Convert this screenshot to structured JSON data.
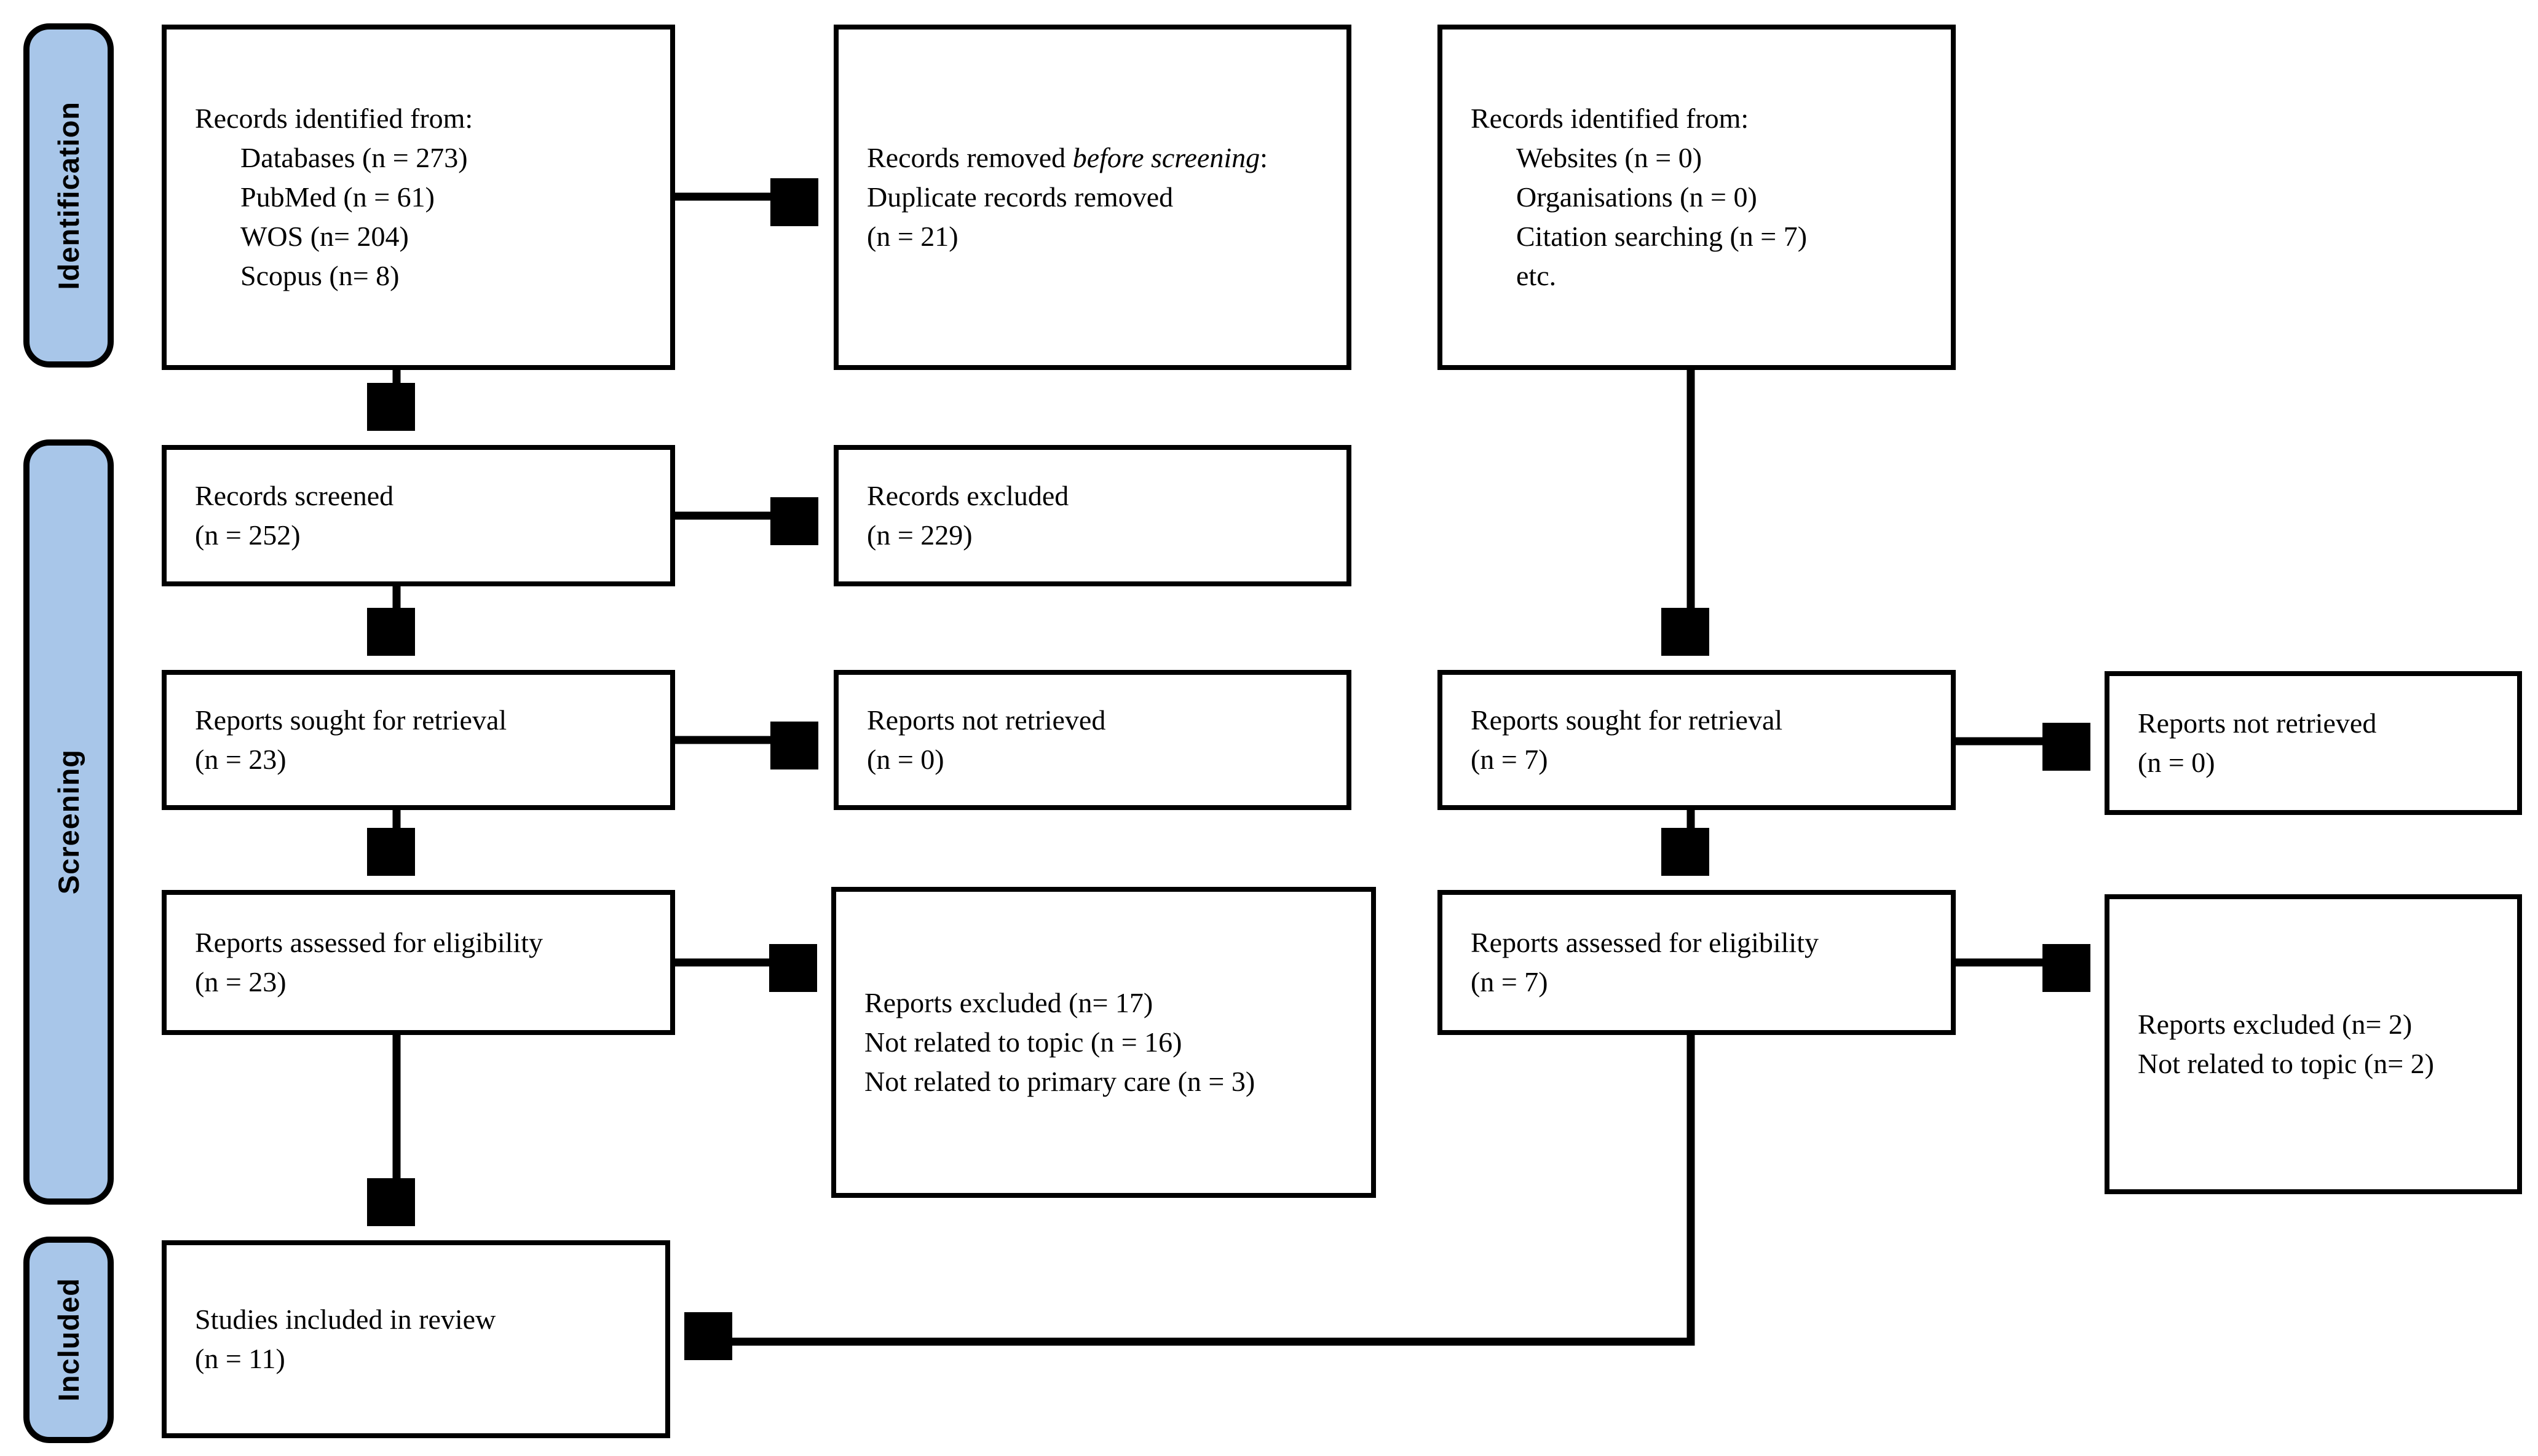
{
  "palette": {
    "sidebar_fill": "#a8c6e9",
    "line_color": "#000000",
    "box_bg": "#ffffff"
  },
  "sidebar": {
    "identification": "Identification",
    "screening": "Screening",
    "included": "Included"
  },
  "boxes": {
    "records_identified_db": {
      "title": "Records identified from:",
      "items": [
        "Databases (n = 273)",
        "PubMed (n = 61)",
        "WOS (n= 204)",
        "Scopus (n= 8)"
      ]
    },
    "records_removed": {
      "line1_prefix": "Records removed ",
      "line1_italic": "before screening",
      "line1_suffix": ":",
      "line2": "Duplicate records removed",
      "line3": "(n = 21)"
    },
    "records_identified_other": {
      "title": "Records identified from:",
      "items": [
        "Websites (n = 0)",
        "Organisations (n = 0)",
        "Citation searching (n = 7)",
        "etc."
      ]
    },
    "records_screened": {
      "line1": "Records screened",
      "line2": "(n = 252)"
    },
    "records_excluded": {
      "line1": "Records excluded",
      "line2": "(n = 229)"
    },
    "reports_sought_db": {
      "line1": "Reports sought for retrieval",
      "line2": "(n = 23)"
    },
    "reports_not_retrieved_db": {
      "line1": "Reports not retrieved",
      "line2": "(n = 0)"
    },
    "reports_sought_other": {
      "line1": "Reports sought for retrieval",
      "line2": "(n = 7)"
    },
    "reports_not_retrieved_other": {
      "line1": "Reports not retrieved",
      "line2": "(n = 0)"
    },
    "reports_assessed_db": {
      "line1": "Reports assessed for eligibility",
      "line2": "(n = 23)"
    },
    "reports_excluded_db": {
      "lines": [
        "Reports excluded (n= 17)",
        "Not related to topic (n = 16)",
        "Not related to primary care (n = 3)"
      ]
    },
    "reports_assessed_other": {
      "line1": "Reports assessed for eligibility",
      "line2": "(n = 7)"
    },
    "reports_excluded_other": {
      "lines": [
        "Reports excluded (n= 2)",
        "Not related to topic (n= 2)"
      ]
    },
    "studies_included": {
      "line1": "Studies included in review",
      "line2": "(n = 11)"
    }
  }
}
